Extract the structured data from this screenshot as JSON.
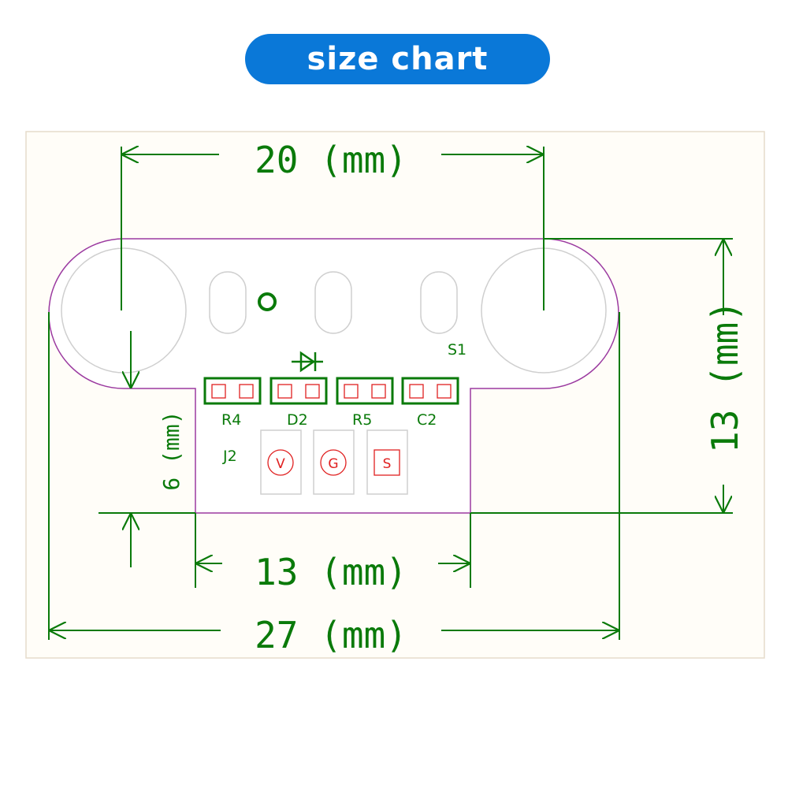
{
  "title": "size chart",
  "dimensions": {
    "top_width": "20 (mm)",
    "right_height": "13 (mm)",
    "tab_width": "13 (mm)",
    "total_width": "27 (mm)",
    "tab_height": "6 (mm)"
  },
  "silkscreen": {
    "switch_label": "S1",
    "connector_label": "J2",
    "components": [
      "R4",
      "D2",
      "R5",
      "C2"
    ],
    "pins": [
      "V",
      "G",
      "S"
    ]
  },
  "colors": {
    "title_bg": "#0a78d8",
    "dimension_lines": "#0a7a0a",
    "board_outline": "#9b3aa0",
    "pins": "#e02020",
    "hole_outline": "#cfcfcf"
  }
}
